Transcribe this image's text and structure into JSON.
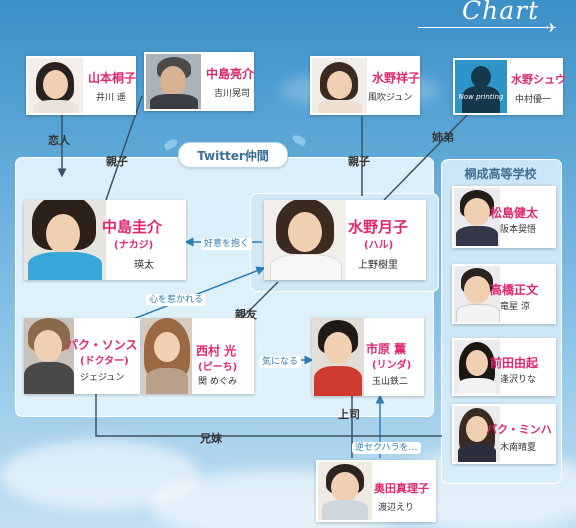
{
  "header": {
    "title": "Chart"
  },
  "group": {
    "twitter_label": "Twitter仲間"
  },
  "school": {
    "title": "桐成高等学校"
  },
  "characters": {
    "yamamoto": {
      "name": "山本桐子",
      "actor": "井川 遥"
    },
    "nakajima_ryosuke": {
      "name": "中島亮介",
      "actor": "吉川晃司"
    },
    "mizuno_sachiko": {
      "name": "水野祥子",
      "actor": "風吹ジュン"
    },
    "mizuno_shu": {
      "name": "水野シュウ",
      "actor": "中村優一",
      "now_printing": "Now printing"
    },
    "nakajima_keisuke": {
      "name": "中島圭介",
      "nickname": "(ナカジ)",
      "actor": "瑛太"
    },
    "mizuno_tsukiko": {
      "name": "水野月子",
      "nickname": "(ハル)",
      "actor": "上野樹里"
    },
    "paku_sonsu": {
      "name": "パク・ソンス",
      "nickname": "(ドクター)",
      "actor": "ジェジュン"
    },
    "nishimura": {
      "name": "西村 光",
      "nickname": "(ピーち)",
      "actor": "関 めぐみ"
    },
    "ichihara": {
      "name": "市原 薫",
      "nickname": "(リンダ)",
      "actor": "玉山鉄二"
    },
    "okuda": {
      "name": "奥田真理子",
      "actor": "渡辺えり"
    },
    "matsushima": {
      "name": "松島健太",
      "actor": "阪本奨悟"
    },
    "takahashi": {
      "name": "高橋正文",
      "actor": "竜星 涼"
    },
    "maeda": {
      "name": "前田由起",
      "actor": "逢沢りな"
    },
    "paku_minha": {
      "name": "パク・ミンハ",
      "actor": "木南晴夏"
    }
  },
  "relations": {
    "lovers": "恋人",
    "parent_child_left": "親子",
    "parent_child_right": "親子",
    "siblings_mizuno": "姉弟",
    "likes": "好意を抱く",
    "heart_moved": "心を惹かれる",
    "best_friend": "親友",
    "becomes": "気になる",
    "boss": "上司",
    "reverse_harassment": "逆セクハラを…",
    "siblings_paku": "兄妹"
  },
  "colors": {
    "accent_name": "#e0286f",
    "line_dark": "#3a5263",
    "line_blue": "#2e7db5",
    "sky_top": "#3b90c8",
    "sky_bottom": "#c4e0f3"
  }
}
